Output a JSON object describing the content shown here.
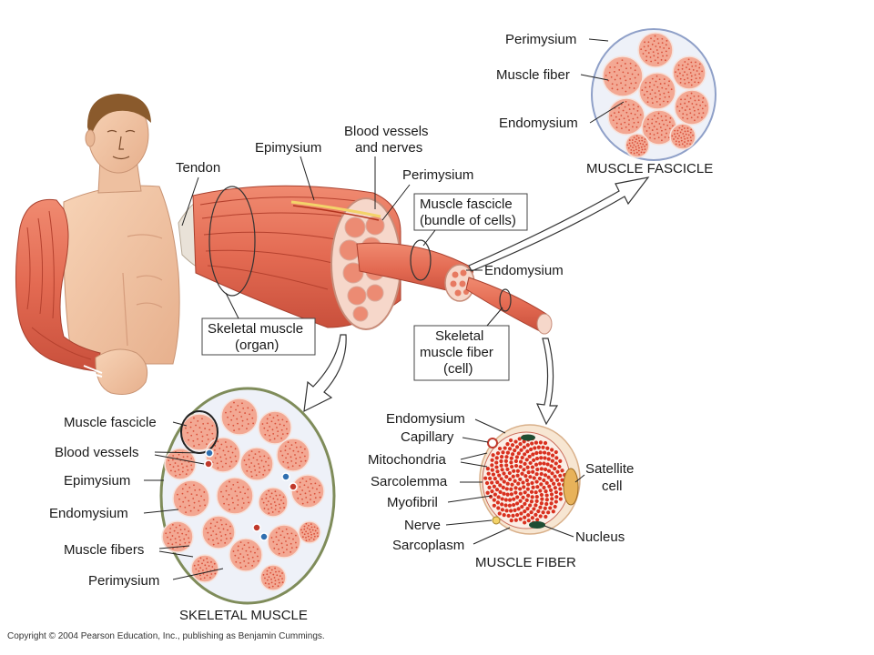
{
  "colors": {
    "muscle": "#e8735c",
    "muscle_dark": "#c94a38",
    "fiber_fill": "#f3a893",
    "fiber_dot": "#d9503a",
    "connective": "#cfd9ee",
    "skin": "#f2c6a5",
    "hair": "#8a5a2c"
  },
  "labels": {
    "tendon": "Tendon",
    "epimysium": "Epimysium",
    "blood_vessels_nerves_1": "Blood vessels",
    "blood_vessels_nerves_2": "and nerves",
    "perimysium_top": "Perimysium",
    "muscle_fascicle_box_1": "Muscle fascicle",
    "muscle_fascicle_box_2": "(bundle of cells)",
    "endomysium_mid": "Endomysium",
    "skeletal_muscle_organ_1": "Skeletal muscle",
    "skeletal_muscle_organ_2": "(organ)",
    "skeletal_muscle_fiber_1": "Skeletal",
    "skeletal_muscle_fiber_2": "muscle fiber",
    "skeletal_muscle_fiber_3": "(cell)"
  },
  "fascicle_panel": {
    "heading": "MUSCLE FASCICLE",
    "perimysium": "Perimysium",
    "muscle_fiber": "Muscle fiber",
    "endomysium": "Endomysium"
  },
  "skeletal_panel": {
    "heading": "SKELETAL MUSCLE",
    "muscle_fascicle": "Muscle fascicle",
    "blood_vessels": "Blood vessels",
    "epimysium": "Epimysium",
    "endomysium": "Endomysium",
    "muscle_fibers": "Muscle fibers",
    "perimysium": "Perimysium"
  },
  "fiber_panel": {
    "heading": "MUSCLE FIBER",
    "endomysium": "Endomysium",
    "capillary": "Capillary",
    "mitochondria": "Mitochondria",
    "sarcolemma": "Sarcolemma",
    "myofibril": "Myofibril",
    "nerve": "Nerve",
    "sarcoplasm": "Sarcoplasm",
    "satellite_1": "Satellite",
    "satellite_2": "cell",
    "nucleus": "Nucleus"
  },
  "copyright": "Copyright © 2004 Pearson Education, Inc., publishing as Benjamin Cummings."
}
